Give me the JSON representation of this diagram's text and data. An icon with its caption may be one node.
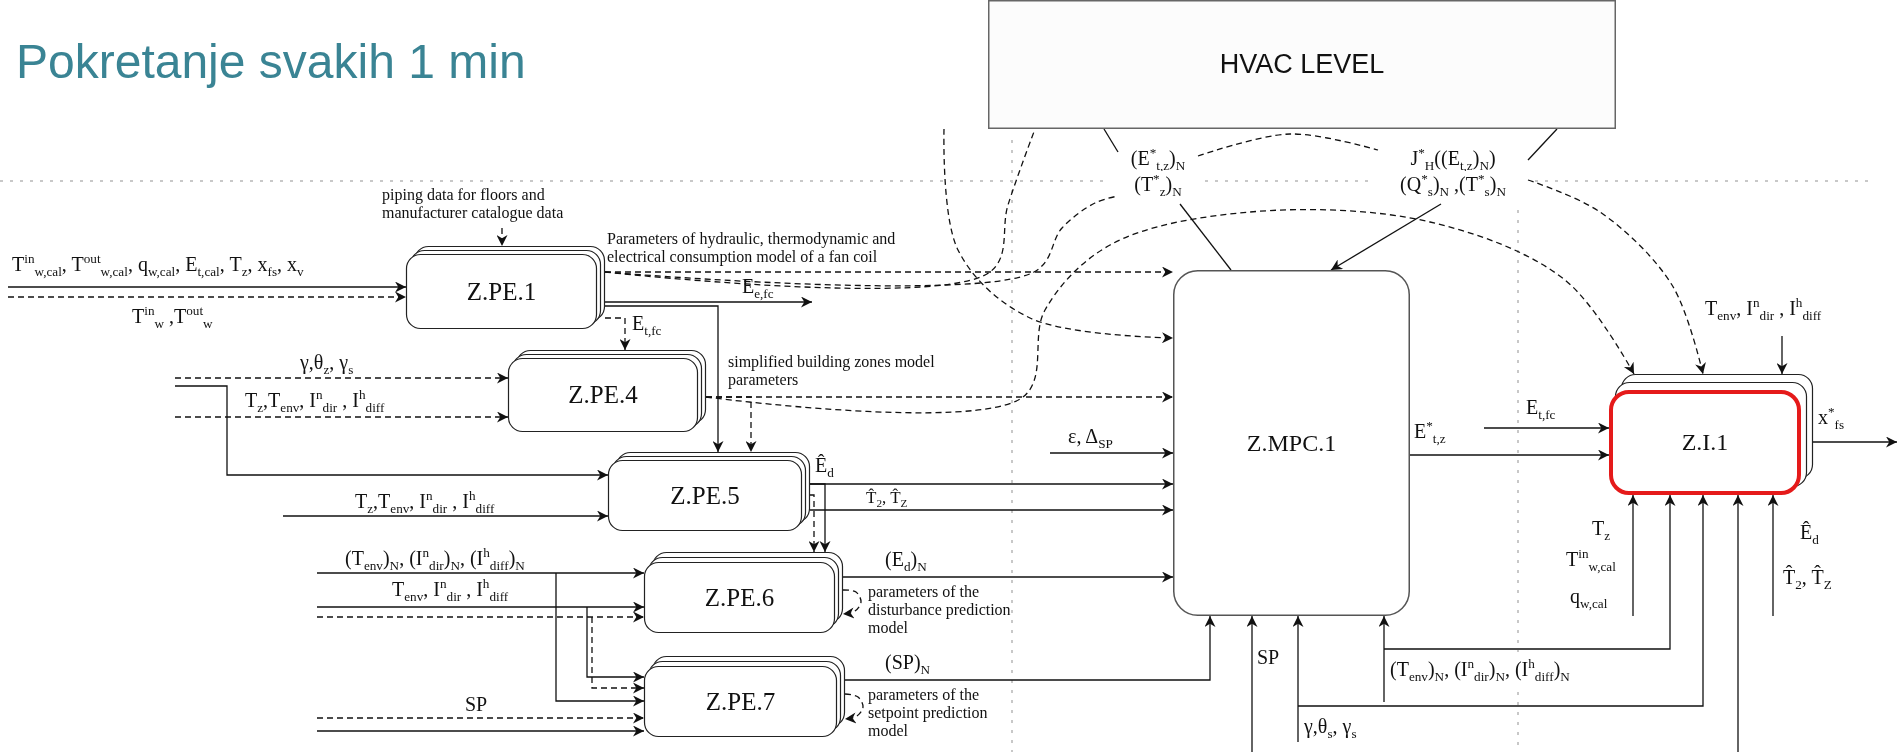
{
  "diagram": {
    "title": "Pokretanje svakih 1 min",
    "nodes": [
      {
        "text": [
          "HVAC LEVEL"
        ]
      },
      {
        "text": [
          "(E$^{*}$$_{t,z}$)$_{N}$",
          "(T$^{*}$$_{z}$)$_{N}$"
        ]
      },
      {
        "text": [
          "J$^{*}$$_{H}$((E$_{t,z}$)$_{N}$)",
          "(Q$^{*}$$_{s}$)$_{N}$ ,(T$^{*}$$_{s}$)$_{N}$"
        ]
      },
      {
        "text": [
          "Z.PE.1"
        ]
      },
      {
        "text": [
          "Z.PE.4"
        ]
      },
      {
        "text": [
          "Z.PE.5"
        ]
      },
      {
        "text": [
          "Z.PE.6"
        ]
      },
      {
        "text": [
          "Z.PE.7"
        ]
      },
      {
        "text": [
          "Z.MPC.1"
        ]
      },
      {
        "text": [
          "Z.I.1"
        ]
      }
    ],
    "edges": [
      {
        "from": null,
        "to": 3,
        "arrow": "to",
        "label": "T$^{in}$$_{w,cal}$, T$^{out}$$_{w,cal}$, q$_{w,cal}$, E$_{t,cal}$, T$_{z}$, x$_{fs}$, x$_{v}$"
      },
      {
        "from": null,
        "to": 3,
        "arrow": "to",
        "style": "dashed",
        "label": "T$^{in}$$_{w}$ ,T$^{out}$$_{w}$"
      },
      {
        "from": null,
        "to": 3,
        "arrow": "to",
        "style": "dashed",
        "label": "piping data for floors and manufacturer catalogue data"
      },
      {
        "from": 3,
        "to": 8,
        "arrow": "to",
        "style": "dashed",
        "label": "Parameters of hydraulic, thermodynamic and electrical consumption model of a fan coil"
      },
      {
        "from": 3,
        "to": null,
        "arrow": "to",
        "label": "E$_{e,fc}$"
      },
      {
        "from": 3,
        "to": 4,
        "arrow": "to",
        "style": "dashed",
        "label": "E$_{t,fc}$"
      },
      {
        "from": 3,
        "to": 5,
        "arrow": "to"
      },
      {
        "from": null,
        "to": 4,
        "arrow": "to",
        "style": "dashed",
        "label": "γ,θ$_{z}$, γ$_{s}$"
      },
      {
        "from": null,
        "to": 4,
        "arrow": "to",
        "style": "dashed",
        "label": "T$_{z}$,T$_{env}$, I$^{n}$$_{dir}$ , I$^{h}$$_{diff}$"
      },
      {
        "from": null,
        "to": 5,
        "arrow": "to"
      },
      {
        "from": 4,
        "to": 8,
        "arrow": "to",
        "style": "dashed",
        "label": "simplified building zones model parameters"
      },
      {
        "from": 4,
        "to": 5,
        "arrow": "to",
        "style": "dashed"
      },
      {
        "from": null,
        "to": 5,
        "arrow": "to",
        "label": "T$_{z}$,T$_{env}$, I$^{n}$$_{dir}$ , I$^{h}$$_{diff}$"
      },
      {
        "from": null,
        "to": 8,
        "arrow": "to",
        "label": "ε, Δ$_{SP}$"
      },
      {
        "from": 5,
        "to": 8,
        "arrow": "to",
        "label": "Ê$_{d}$"
      },
      {
        "from": 5,
        "to": 8,
        "arrow": "to",
        "label": "T̂$_{2}$, T̂$_{Z}$"
      },
      {
        "from": 5,
        "to": 6,
        "arrow": "to"
      },
      {
        "from": 5,
        "to": 6,
        "arrow": "to",
        "style": "dashed"
      },
      {
        "from": null,
        "to": 6,
        "arrow": "to",
        "label": "(T$_{env}$)$_{N}$, (I$^{n}$$_{dir}$)$_{N}$, (I$^{h}$$_{diff}$)$_{N}$"
      },
      {
        "from": null,
        "to": 6,
        "arrow": "to",
        "label": "T$_{env}$, I$^{n}$$_{dir}$ , I$^{h}$$_{diff}$"
      },
      {
        "from": null,
        "to": 6,
        "arrow": "to",
        "style": "dashed"
      },
      {
        "from": 6,
        "to": 8,
        "arrow": "to",
        "label": "(E$_{d}$)$_{N}$"
      },
      {
        "from": 6,
        "to": 6,
        "arrow": "to",
        "style": "dashed",
        "label": "parameters of the disturbance prediction model"
      },
      {
        "from": null,
        "to": 7,
        "arrow": "to"
      },
      {
        "from": null,
        "to": 7,
        "arrow": "to"
      },
      {
        "from": null,
        "to": 7,
        "arrow": "to",
        "style": "dashed"
      },
      {
        "from": null,
        "to": 7,
        "arrow": "to",
        "style": "dashed",
        "label": "SP"
      },
      {
        "from": null,
        "to": 7,
        "arrow": "to"
      },
      {
        "from": 7,
        "to": 8,
        "arrow": "to",
        "label": "(SP)$_{N}$"
      },
      {
        "from": 7,
        "to": 7,
        "arrow": "to",
        "style": "dashed",
        "label": "parameters of the setpoint prediction model"
      },
      {
        "from": 8,
        "to": 1,
        "arrow": "none"
      },
      {
        "from": 1,
        "to": 0,
        "arrow": "none"
      },
      {
        "from": 2,
        "to": 0,
        "arrow": "none"
      },
      {
        "from": 2,
        "to": 8,
        "arrow": "to"
      },
      {
        "from": 1,
        "to": 2,
        "arrow": "none",
        "style": "dashed"
      },
      {
        "from": 2,
        "to": 9,
        "arrow": "to",
        "style": "dashed"
      },
      {
        "from": 4,
        "to": 9,
        "arrow": "to",
        "style": "dashed"
      },
      {
        "from": 3,
        "to": 0,
        "arrow": "none",
        "style": "dashed"
      },
      {
        "from": 3,
        "to": 1,
        "arrow": "none",
        "style": "dashed"
      },
      {
        "from": null,
        "to": 8,
        "arrow": "to",
        "style": "dashed"
      },
      {
        "from": null,
        "to": 8,
        "arrow": "to",
        "label": "SP"
      },
      {
        "from": null,
        "to": 8,
        "arrow": "to",
        "label": "γ,θ$_{s}$, γ$_{s}$"
      },
      {
        "from": null,
        "to": 9,
        "arrow": "to"
      },
      {
        "from": null,
        "to": 8,
        "arrow": "to",
        "label": "(T$_{env}$)$_{N}$, (I$^{n}$$_{dir}$)$_{N}$, (I$^{h}$$_{diff}$)$_{N}$"
      },
      {
        "from": null,
        "to": 9,
        "arrow": "to"
      },
      {
        "from": 8,
        "to": 9,
        "arrow": "to",
        "label": "E$^{*}$$_{t,z}$"
      },
      {
        "from": null,
        "to": 9,
        "arrow": "to",
        "label": "E$_{t,fc}$"
      },
      {
        "from": 9,
        "to": null,
        "arrow": "to",
        "label": "x$^{*}$$_{fs}$"
      },
      {
        "from": null,
        "to": 9,
        "arrow": "to",
        "label": "T$_{env}$, I$^{n}$$_{dir}$ , I$^{h}$$_{diff}$"
      },
      {
        "from": null,
        "to": 9,
        "arrow": "to"
      },
      {
        "from": null,
        "to": 9,
        "arrow": "to"
      },
      {
        "from": null,
        "to": 9,
        "arrow": "to"
      }
    ],
    "labels": [
      "T$_{z}$",
      "T$^{in}$$_{w,cal}$",
      "q$_{w,cal}$",
      "Ê$_{d}$",
      "T̂$_{2}$, T̂$_{Z}$"
    ]
  }
}
